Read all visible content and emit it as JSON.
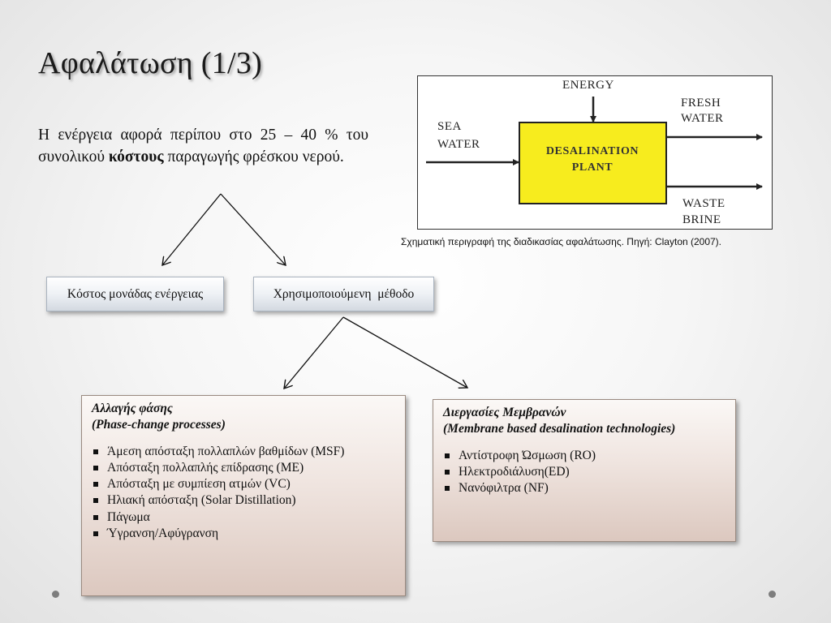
{
  "slide": {
    "title": "Αφαλάτωση (1/3)",
    "intro": {
      "part1": "Η ενέργεια αφορά περίπου στο 25 – 40 % του συνολικού ",
      "bold": "κόστους",
      "part2": " παραγωγής φρέσκου νερού."
    }
  },
  "figure": {
    "energy": "ENERGY",
    "sea_line1": "SEA",
    "sea_line2": "WATER",
    "fresh_line1": "FRESH",
    "fresh_line2": "WATER",
    "plant_line1": "DESALINATION",
    "plant_line2": "PLANT",
    "waste_line1": "WASTE",
    "waste_line2": "BRINE",
    "plant_color": "#f7ec1e",
    "caption": "Σχηματική περιγραφή της διαδικασίας αφαλάτωσης. Πηγή: Clayton (2007)."
  },
  "factors": {
    "unit_cost": "Κόστος μονάδας ενέργειας",
    "method": "Χρησιμοποιούμενη  μέθοδο"
  },
  "phase_change": {
    "title1": "Αλλαγής φάσης",
    "title2": "(Phase-change processes)",
    "items": [
      "Άμεση απόσταξη πολλαπλών βαθμίδων (MSF)",
      "Απόσταξη πολλαπλής επίδρασης (ME)",
      "Απόσταξη με συμπίεση ατμών (VC)",
      "Ηλιακή απόσταξη (Solar Distillation)",
      "Πάγωμα",
      "Ύγρανση/Αφύγρανση"
    ]
  },
  "membrane": {
    "title1": "Διεργασίες Μεμβρανών",
    "title2": "(Membrane based desalination technologies)",
    "items": [
      "Αντίστροφη Ώσμωση (RO)",
      "Ηλεκτροδιάλυση(ED)",
      "Νανόφιλτρα (NF)"
    ]
  }
}
